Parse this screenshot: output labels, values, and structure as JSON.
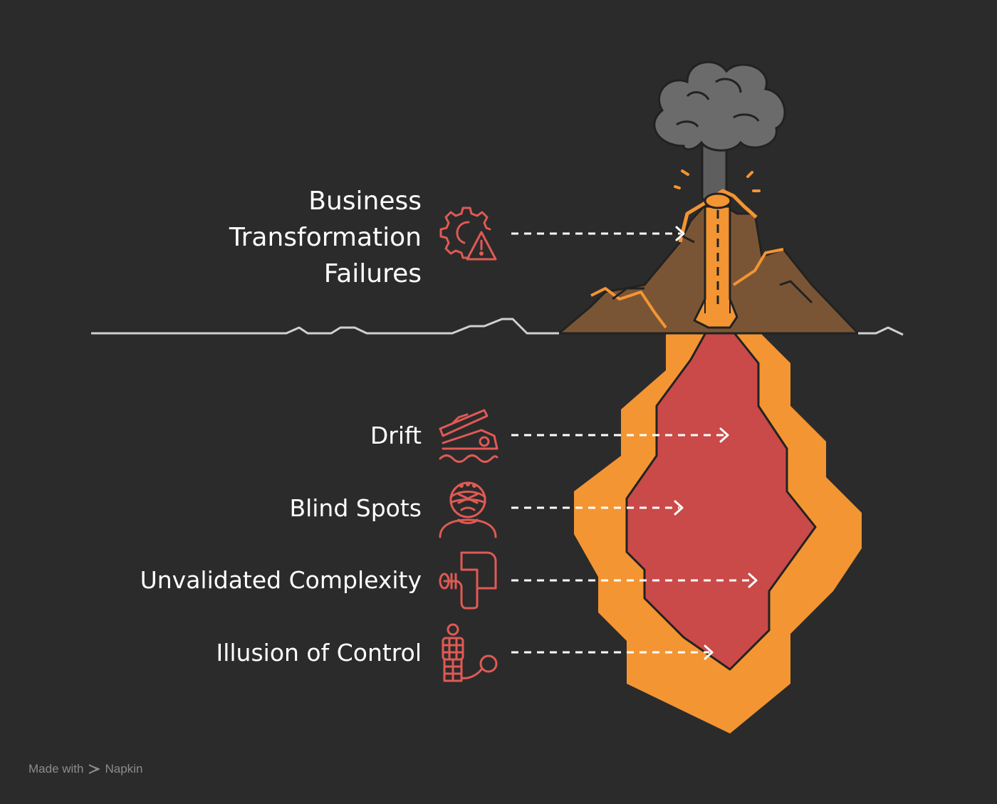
{
  "top_item": {
    "label": [
      "Business",
      "Transformation",
      "Failures"
    ],
    "icon": "gear-warning-icon"
  },
  "hidden_items": [
    {
      "label": "Drift",
      "icon": "sinking-boat-icon"
    },
    {
      "label": "Blind Spots",
      "icon": "blindfolded-person-icon"
    },
    {
      "label": "Unvalidated Complexity",
      "icon": "bent-pipe-icon"
    },
    {
      "label": "Illusion of Control",
      "icon": "ball-and-chain-person-icon"
    }
  ],
  "footer": {
    "prefix": "Made with",
    "brand": "Napkin"
  },
  "colors": {
    "background": "#2b2b2b",
    "ground": "#d0d0d0",
    "mountain": "#7a5535",
    "lava": "#f39533",
    "magma": "#c94a48",
    "smoke": "#6b6b6b",
    "icon": "#e05a55",
    "text": "#ffffff"
  }
}
